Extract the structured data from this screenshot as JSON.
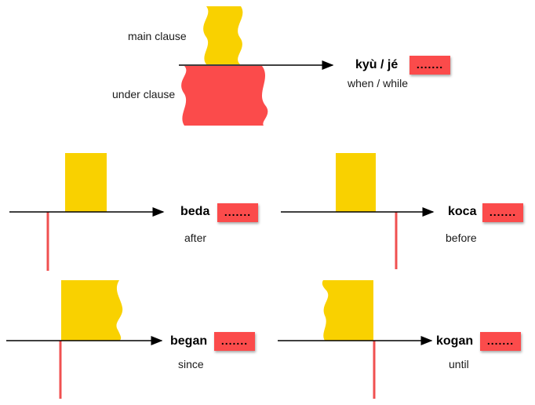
{
  "colors": {
    "main_clause": "#f9d100",
    "under_clause": "#fb4b4b",
    "line": "#000000"
  },
  "top": {
    "main_label": "main clause",
    "under_label": "under clause",
    "keyword": "kyù / jé",
    "slot": ".......",
    "gloss": "when / while"
  },
  "panels": [
    {
      "keyword": "beda",
      "slot": ".......",
      "gloss": "after"
    },
    {
      "keyword": "koca",
      "slot": ".......",
      "gloss": "before"
    },
    {
      "keyword": "began",
      "slot": ".......",
      "gloss": "since"
    },
    {
      "keyword": "kogan",
      "slot": ".......",
      "gloss": "until"
    }
  ]
}
